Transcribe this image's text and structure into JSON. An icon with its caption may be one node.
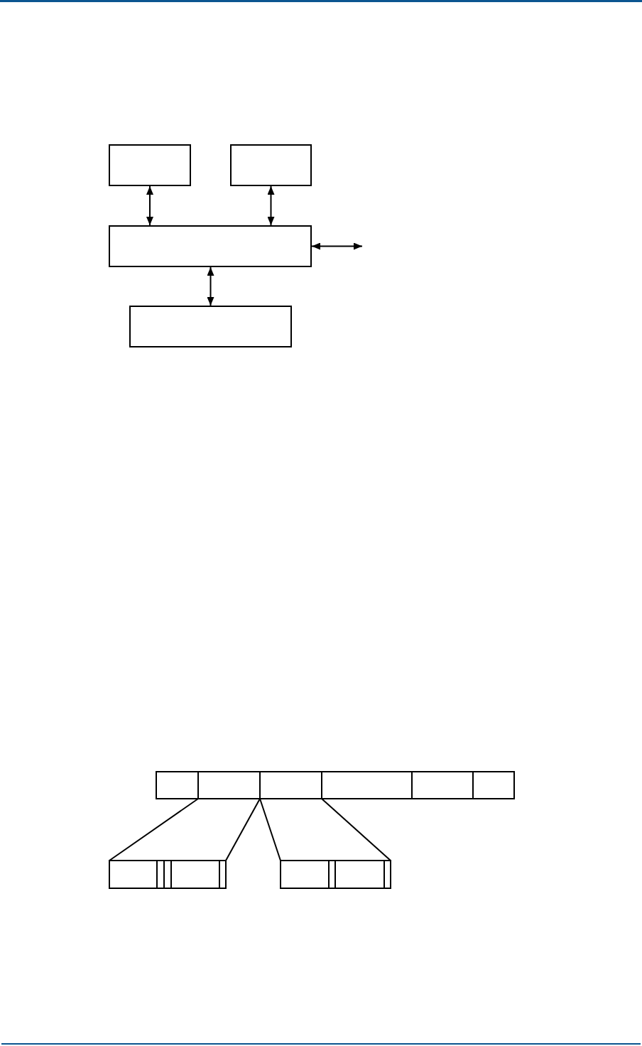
{
  "diagram": {
    "nodes": [
      {
        "text": [],
        "shape": "box"
      },
      {
        "text": [],
        "shape": "box"
      },
      {
        "text": [],
        "shape": "box"
      },
      {
        "text": [],
        "shape": "box"
      },
      {
        "text": [],
        "shape": "box"
      },
      {
        "text": [],
        "shape": "box"
      },
      {
        "text": [],
        "shape": "box"
      },
      {
        "text": [],
        "shape": "box"
      },
      {
        "text": [],
        "shape": "box"
      },
      {
        "text": [],
        "shape": "box"
      },
      {
        "text": [],
        "shape": "box"
      },
      {
        "text": [],
        "shape": "box"
      },
      {
        "text": [],
        "shape": "box"
      },
      {
        "text": [],
        "shape": "box"
      },
      {
        "text": [],
        "shape": "box"
      },
      {
        "text": [],
        "shape": "box"
      },
      {
        "text": [],
        "shape": "box"
      },
      {
        "text": [],
        "shape": "box"
      },
      {
        "text": [],
        "shape": "box"
      }
    ],
    "edges": [
      {
        "from": 0,
        "to": 2,
        "arrow": "both"
      },
      {
        "from": 1,
        "to": 2,
        "arrow": "both"
      },
      {
        "from": 2,
        "to": 3,
        "arrow": "both"
      },
      {
        "from": 2,
        "to": null,
        "arrow": "both"
      },
      {
        "from": 5,
        "to": 10,
        "arrow": "none"
      },
      {
        "from": 5,
        "to": 14,
        "arrow": "none"
      },
      {
        "from": 6,
        "to": 15,
        "arrow": "none"
      },
      {
        "from": 6,
        "to": 18,
        "arrow": "none"
      }
    ]
  }
}
